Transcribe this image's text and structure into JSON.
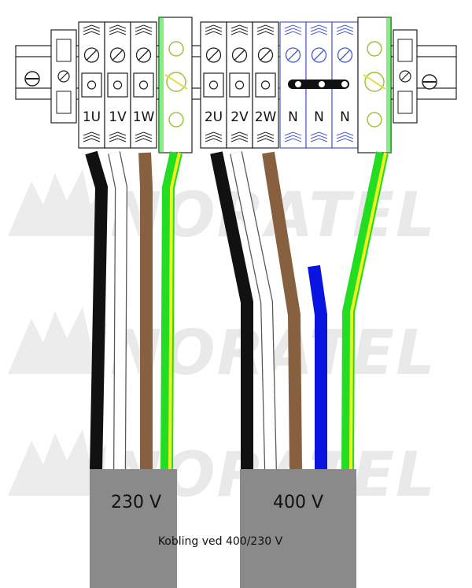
{
  "watermark": {
    "text": "NORATEL",
    "color": "#e9e9e9"
  },
  "terminal_block": {
    "left_group": [
      {
        "label": "1U",
        "wire_color": "#111111"
      },
      {
        "label": "1V",
        "wire_color": "#ffffff"
      },
      {
        "label": "1W",
        "wire_color": "#87613f"
      }
    ],
    "right_group": [
      {
        "label": "2U",
        "wire_color": "#111111"
      },
      {
        "label": "2V",
        "wire_color": "#ffffff"
      },
      {
        "label": "2W",
        "wire_color": "#87613f"
      },
      {
        "label": "N",
        "wire_color": "#0a14e0"
      },
      {
        "label": "N",
        "wire_color": "#0a14e0"
      },
      {
        "label": "N",
        "wire_color": "#0a14e0"
      }
    ]
  },
  "cables": [
    {
      "label": "230 V",
      "sheath_color": "#8a8a8a"
    },
    {
      "label": "400 V",
      "sheath_color": "#8a8a8a"
    }
  ],
  "wire_colors": {
    "black": "#111111",
    "white": "#ffffff",
    "brown": "#87613f",
    "blue": "#0a14e0",
    "earth_green": "#22dd22",
    "earth_yellow": "#f0f020"
  },
  "caption": "Kobling ved 400/230 V"
}
